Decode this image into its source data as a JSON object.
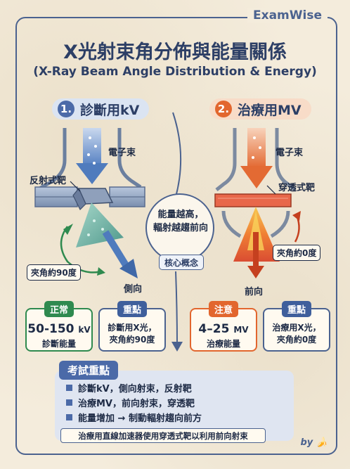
{
  "brand": "ExamWise",
  "title": "X光射束角分佈與能量關係",
  "subtitle": "(X-Ray Beam Angle Distribution & Energy)",
  "left_section": {
    "number": "1.",
    "heading": "診斷用kV",
    "electron_label": "電子束",
    "target_label": "反射式靶",
    "angle_label": "夾角約90度",
    "output_label": "側向"
  },
  "right_section": {
    "number": "2.",
    "heading": "治療用MV",
    "electron_label": "電子束",
    "target_label": "穿透式靶",
    "angle_label": "夾角約0度",
    "output_label": "前向"
  },
  "center": {
    "line1": "能量越高，",
    "line2": "輻射越趨前向",
    "badge": "核心概念"
  },
  "cards": {
    "normal": {
      "tag": "正常",
      "value": "50-150",
      "unit": "kV",
      "desc": "診斷能量"
    },
    "key_left": {
      "tag": "重點",
      "line1": "診斷用X光，",
      "line2": "夾角約90度"
    },
    "note": {
      "tag": "注意",
      "value": "4–25",
      "unit": "MV",
      "desc": "治療能量"
    },
    "key_right": {
      "tag": "重點",
      "line1": "治療用X光，",
      "line2": "夾角約0度"
    }
  },
  "exam": {
    "tag": "考試重點",
    "items": [
      "診斷kV，側向射束，反射靶",
      "治療MV，前向射束，穿透靶",
      "能量增加 → 制動輻射趨向前方"
    ],
    "note": "治療用直線加速器使用穿透式靶以利用前向射束"
  },
  "signature": "by 🍌",
  "colors": {
    "accent_blue": "#4b6aa8",
    "accent_orange": "#e2662e",
    "green": "#2f8a4f"
  }
}
